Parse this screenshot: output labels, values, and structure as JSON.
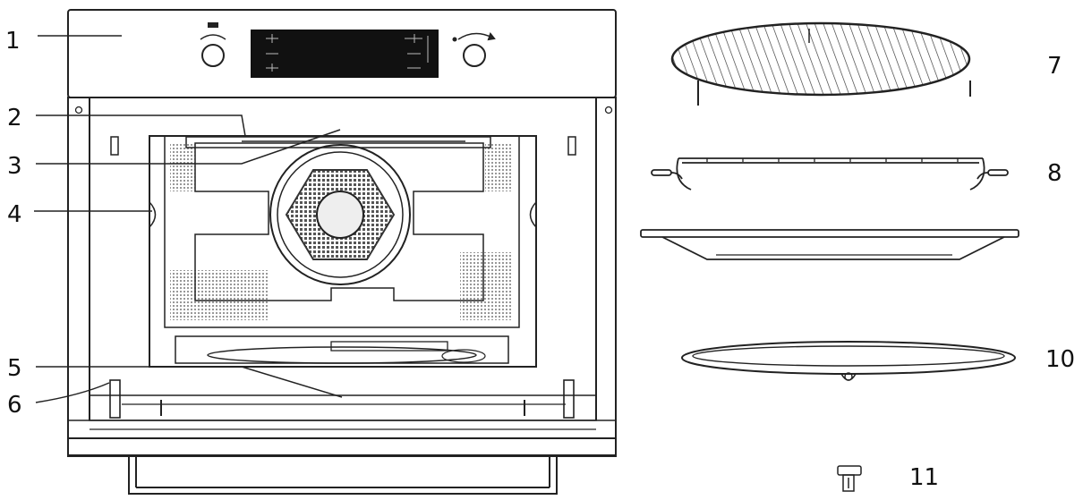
{
  "callouts": {
    "c1": "1",
    "c2": "2",
    "c3": "3",
    "c4": "4",
    "c5": "5",
    "c6": "6",
    "c7": "7",
    "c8": "8",
    "c10": "10",
    "c11": "11"
  },
  "colors": {
    "line": "#222222",
    "display": "#111111",
    "mesh": "#9a9a9a"
  }
}
